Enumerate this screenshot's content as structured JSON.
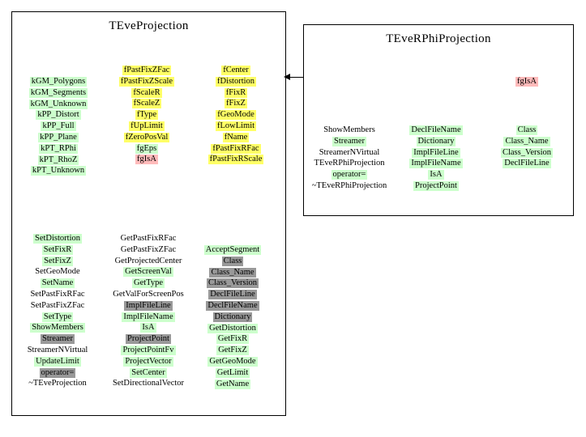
{
  "colors": {
    "yellow": "#ffff66",
    "green": "#ccffcc",
    "pink": "#ffbbbb",
    "gray": "#999999"
  },
  "relationship": {
    "type": "inheritance-arrow",
    "from": "TEveRPhiProjection",
    "to": "TEveProjection"
  },
  "left_box": {
    "title": "TEveProjection",
    "fields": {
      "col1": [
        {
          "label": "kGM_Polygons",
          "bg": "green"
        },
        {
          "label": "kGM_Segments",
          "bg": "green"
        },
        {
          "label": "kGM_Unknown",
          "bg": "green"
        },
        {
          "label": "kPP_Distort",
          "bg": "green"
        },
        {
          "label": "kPP_Full",
          "bg": "green"
        },
        {
          "label": "kPP_Plane",
          "bg": "green"
        },
        {
          "label": "kPT_RPhi",
          "bg": "green"
        },
        {
          "label": "kPT_RhoZ",
          "bg": "green"
        },
        {
          "label": "kPT_Unknown",
          "bg": "green"
        }
      ],
      "col2": [
        {
          "label": "fPastFixZFac",
          "bg": "yellow"
        },
        {
          "label": "fPastFixZScale",
          "bg": "yellow"
        },
        {
          "label": "fScaleR",
          "bg": "yellow"
        },
        {
          "label": "fScaleZ",
          "bg": "yellow"
        },
        {
          "label": "fType",
          "bg": "yellow"
        },
        {
          "label": "fUpLimit",
          "bg": "yellow"
        },
        {
          "label": "fZeroPosVal",
          "bg": "yellow"
        },
        {
          "label": "fgEps",
          "bg": "green"
        },
        {
          "label": "fgIsA",
          "bg": "pink"
        }
      ],
      "col3": [
        {
          "label": "fCenter",
          "bg": "yellow"
        },
        {
          "label": "fDistortion",
          "bg": "yellow"
        },
        {
          "label": "fFixR",
          "bg": "yellow"
        },
        {
          "label": "fFixZ",
          "bg": "yellow"
        },
        {
          "label": "fGeoMode",
          "bg": "yellow"
        },
        {
          "label": "fLowLimit",
          "bg": "yellow"
        },
        {
          "label": "fName",
          "bg": "yellow"
        },
        {
          "label": "fPastFixRFac",
          "bg": "yellow"
        },
        {
          "label": "fPastFixRScale",
          "bg": "yellow"
        }
      ]
    },
    "methods": {
      "col1": [
        {
          "label": "SetDistortion",
          "bg": "green"
        },
        {
          "label": "SetFixR",
          "bg": "green"
        },
        {
          "label": "SetFixZ",
          "bg": "green"
        },
        {
          "label": "SetGeoMode",
          "bg": "none"
        },
        {
          "label": "SetName",
          "bg": "green"
        },
        {
          "label": "SetPastFixRFac",
          "bg": "none"
        },
        {
          "label": "SetPastFixZFac",
          "bg": "none"
        },
        {
          "label": "SetType",
          "bg": "green"
        },
        {
          "label": "ShowMembers",
          "bg": "green"
        },
        {
          "label": "Streamer",
          "bg": "gray"
        },
        {
          "label": "StreamerNVirtual",
          "bg": "none"
        },
        {
          "label": "UpdateLimit",
          "bg": "green"
        },
        {
          "label": "operator=",
          "bg": "gray"
        },
        {
          "label": "~TEveProjection",
          "bg": "none"
        }
      ],
      "col2": [
        {
          "label": "GetPastFixRFac",
          "bg": "none"
        },
        {
          "label": "GetPastFixZFac",
          "bg": "none"
        },
        {
          "label": "GetProjectedCenter",
          "bg": "none"
        },
        {
          "label": "GetScreenVal",
          "bg": "green"
        },
        {
          "label": "GetType",
          "bg": "green"
        },
        {
          "label": "GetValForScreenPos",
          "bg": "none"
        },
        {
          "label": "ImplFileLine",
          "bg": "gray"
        },
        {
          "label": "ImplFileName",
          "bg": "green"
        },
        {
          "label": "IsA",
          "bg": "green"
        },
        {
          "label": "ProjectPoint",
          "bg": "gray"
        },
        {
          "label": "ProjectPointFv",
          "bg": "green"
        },
        {
          "label": "ProjectVector",
          "bg": "green"
        },
        {
          "label": "SetCenter",
          "bg": "green"
        },
        {
          "label": "SetDirectionalVector",
          "bg": "none"
        }
      ],
      "col3": [
        {
          "label": "AcceptSegment",
          "bg": "green"
        },
        {
          "label": "Class",
          "bg": "gray"
        },
        {
          "label": "Class_Name",
          "bg": "gray"
        },
        {
          "label": "Class_Version",
          "bg": "gray"
        },
        {
          "label": "DeclFileLine",
          "bg": "gray"
        },
        {
          "label": "DeclFileName",
          "bg": "gray"
        },
        {
          "label": "Dictionary",
          "bg": "gray"
        },
        {
          "label": "GetDistortion",
          "bg": "green"
        },
        {
          "label": "GetFixR",
          "bg": "green"
        },
        {
          "label": "GetFixZ",
          "bg": "green"
        },
        {
          "label": "GetGeoMode",
          "bg": "green"
        },
        {
          "label": "GetLimit",
          "bg": "green"
        },
        {
          "label": "GetName",
          "bg": "green"
        }
      ]
    }
  },
  "right_box": {
    "title": "TEveRPhiProjection",
    "fields": {
      "col3": [
        {
          "label": "fgIsA",
          "bg": "pink"
        }
      ]
    },
    "methods": {
      "col1": [
        {
          "label": "ShowMembers",
          "bg": "none"
        },
        {
          "label": "Streamer",
          "bg": "green"
        },
        {
          "label": "StreamerNVirtual",
          "bg": "none"
        },
        {
          "label": "TEveRPhiProjection",
          "bg": "none"
        },
        {
          "label": "operator=",
          "bg": "green"
        },
        {
          "label": "~TEveRPhiProjection",
          "bg": "none"
        }
      ],
      "col2": [
        {
          "label": "DeclFileName",
          "bg": "green"
        },
        {
          "label": "Dictionary",
          "bg": "green"
        },
        {
          "label": "ImplFileLine",
          "bg": "green"
        },
        {
          "label": "ImplFileName",
          "bg": "green"
        },
        {
          "label": "IsA",
          "bg": "green"
        },
        {
          "label": "ProjectPoint",
          "bg": "green"
        }
      ],
      "col3": [
        {
          "label": "Class",
          "bg": "green"
        },
        {
          "label": "Class_Name",
          "bg": "green"
        },
        {
          "label": "Class_Version",
          "bg": "green"
        },
        {
          "label": "DeclFileLine",
          "bg": "green"
        }
      ]
    }
  }
}
